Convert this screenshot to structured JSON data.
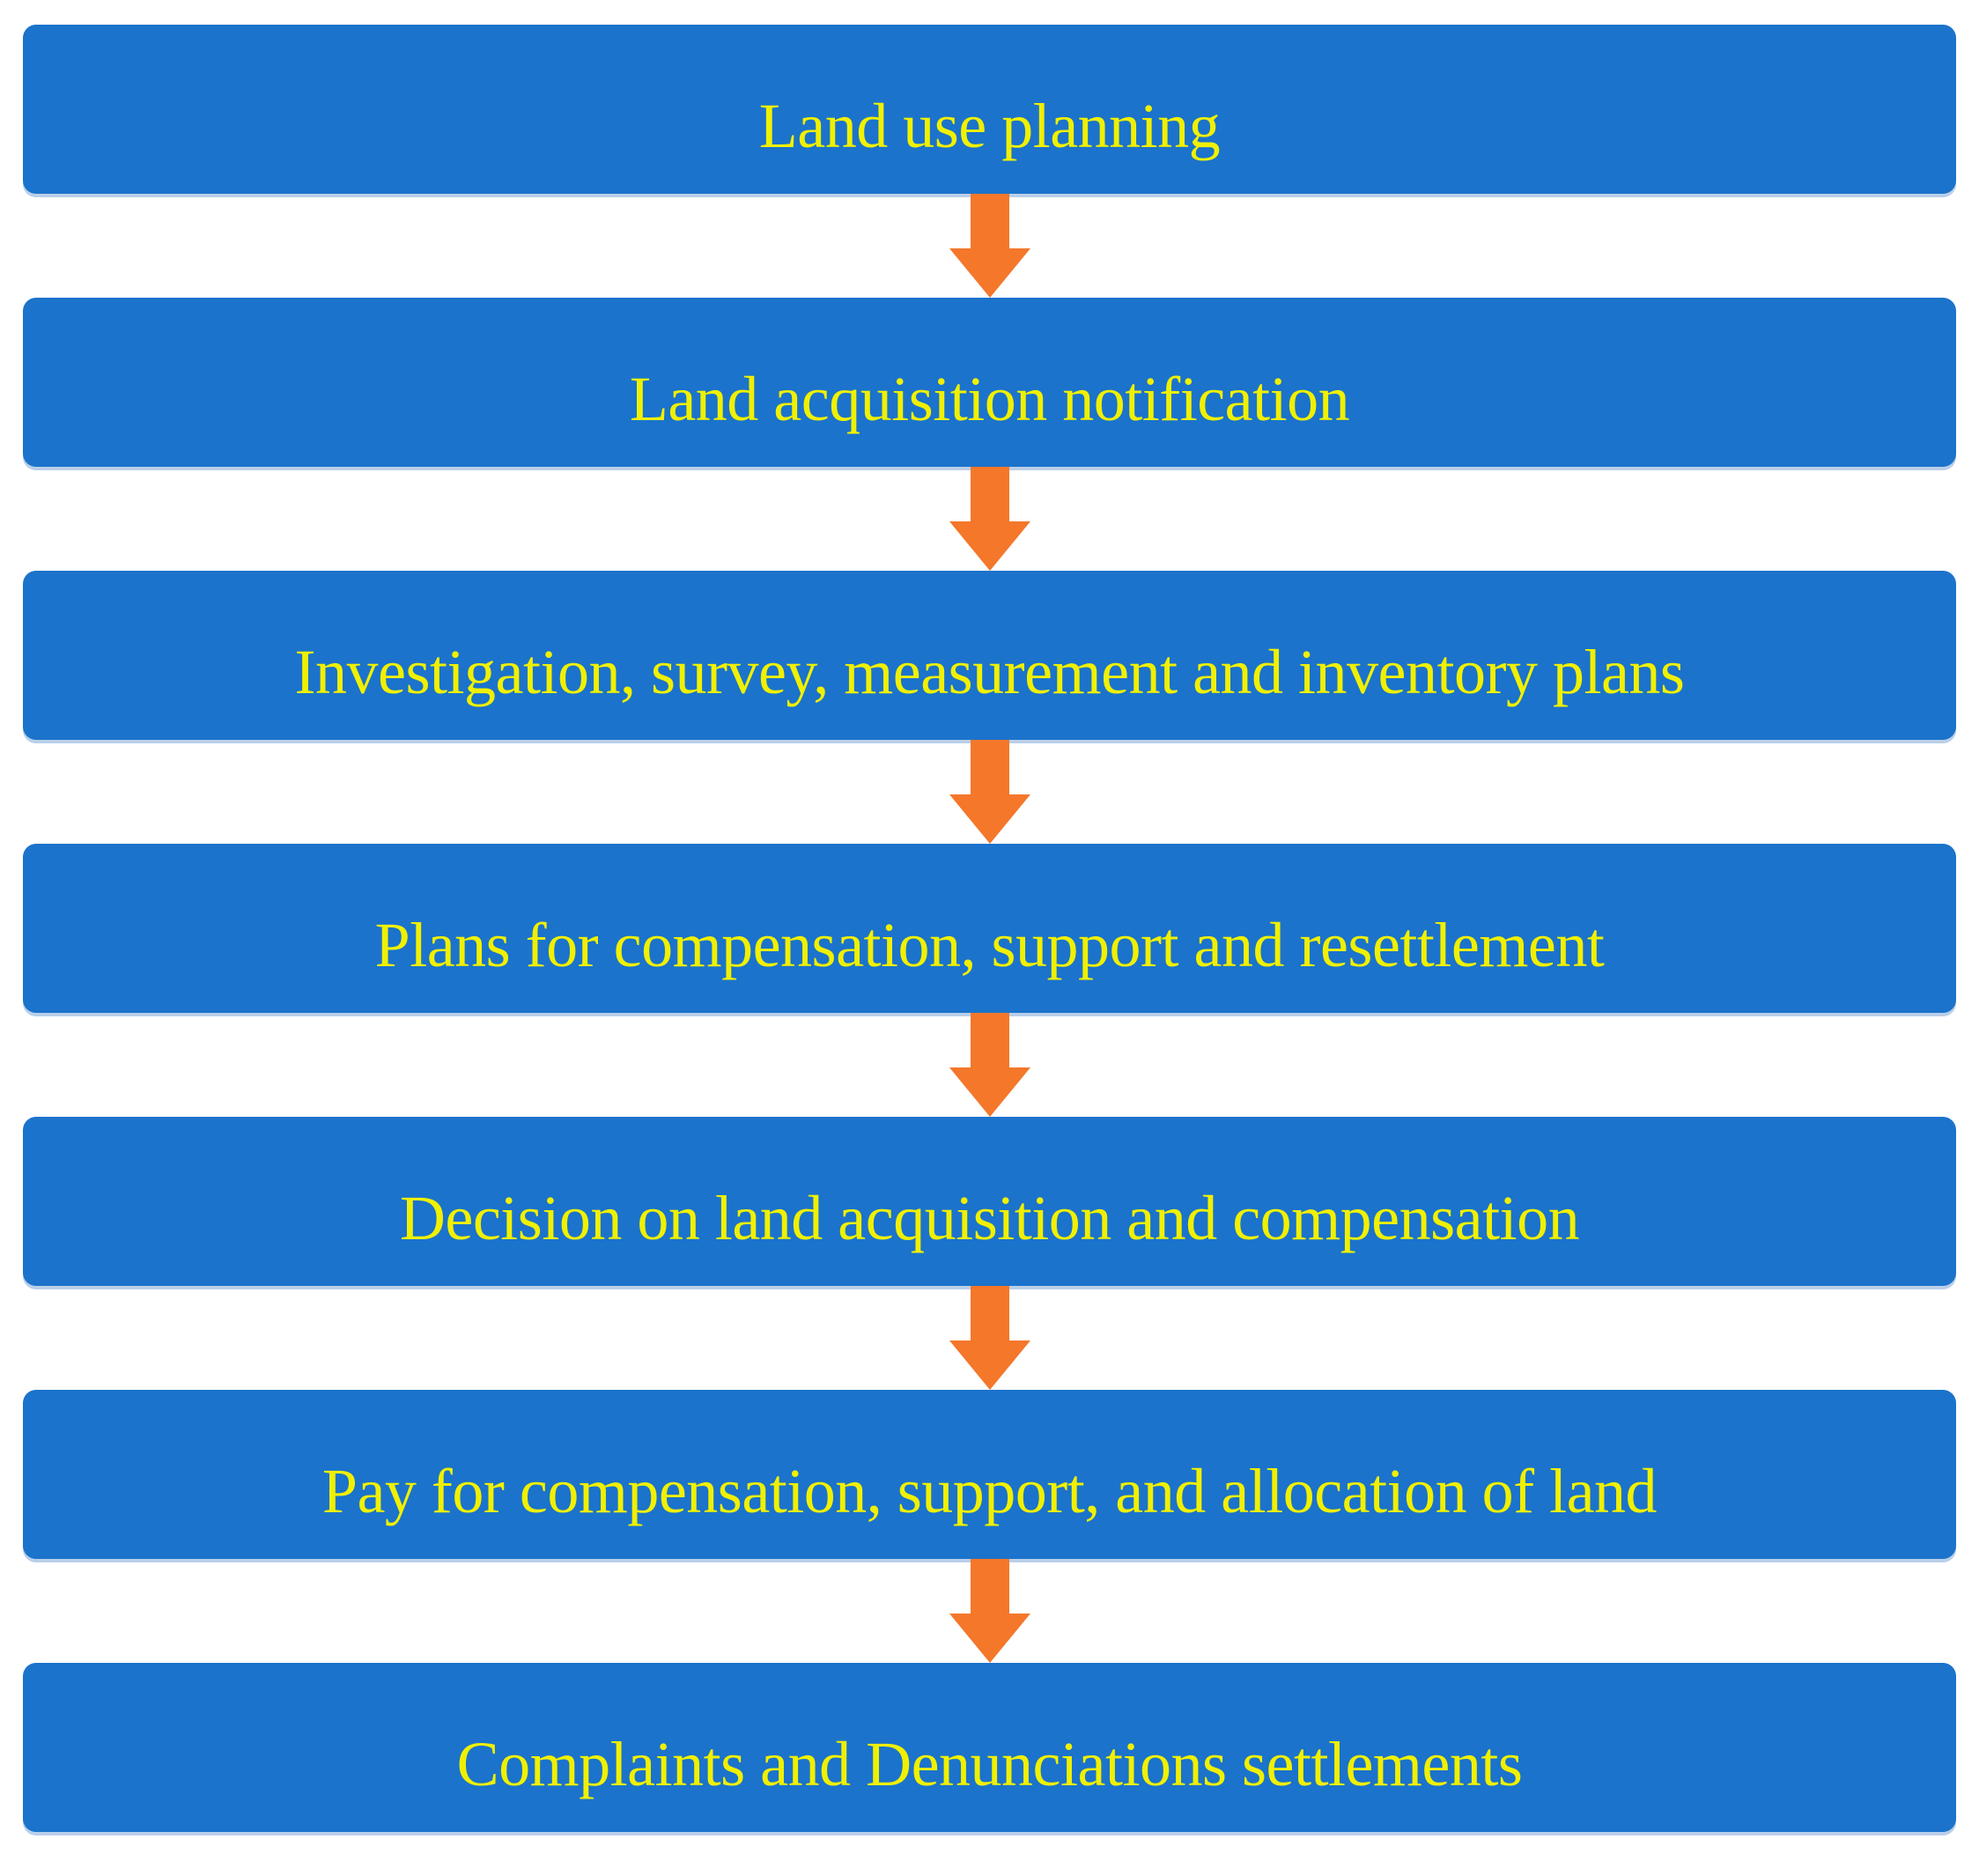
{
  "diagram": {
    "type": "vertical-flowchart",
    "steps": [
      {
        "label": "Land use planning"
      },
      {
        "label": "Land acquisition notification"
      },
      {
        "label": "Investigation, survey, measurement and inventory plans"
      },
      {
        "label": "Plans for compensation, support and resettlement"
      },
      {
        "label": "Decision on land acquisition and compensation"
      },
      {
        "label": "Pay for compensation, support, and allocation of land"
      },
      {
        "label": "Complaints and Denunciations settlements"
      }
    ],
    "connector": {
      "icon": "down-arrow-icon",
      "direction": "down",
      "count": 6
    }
  },
  "colors": {
    "box_fill": "#1B73CB",
    "box_edge_highlight": "#B9CFE9",
    "label_text": "#F0F000",
    "arrow_fill": "#F4772A",
    "background": "#FFFFFF"
  }
}
